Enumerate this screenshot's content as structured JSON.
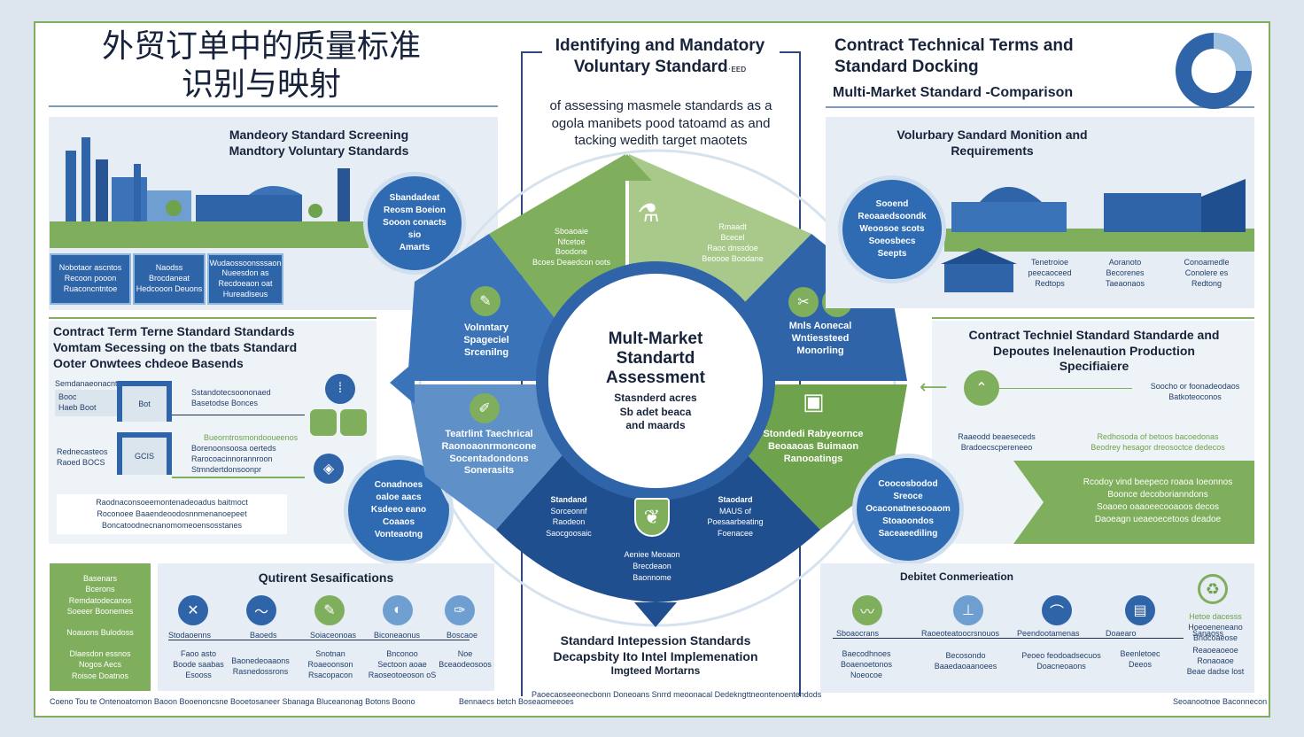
{
  "colors": {
    "accent_green": "#7fae5d",
    "accent_blue": "#2f64a8",
    "dark_blue": "#1f4f8e",
    "panel": "#e6edf4"
  },
  "title": {
    "line1": "外贸订单中的质量标准",
    "line2": "识别与映射"
  },
  "top_center": {
    "title1": "Identifying and Mandatory",
    "title2": "Voluntary Standard",
    "title2_suffix": "·ᴇᴇᴅ",
    "desc1": "of assessing masmele standards as a",
    "desc2": "ogola manibets  pood tatoamd as  and",
    "desc3": "tacking wedith target maotets"
  },
  "top_right": {
    "title1": "Contract Technical Terms and",
    "title2": "Standard Docking",
    "subtitle": "Multi-Market Standard -Comparison"
  },
  "left_top": {
    "title1": "Mandeory Standard Screening",
    "title2": "Mandtory Voluntary Standards",
    "circle": [
      "Sbandadeat",
      "Reosm Boeion",
      "Sooon conacts",
      "sio",
      "Amarts"
    ],
    "boxes": [
      [
        "Nobotaor ascntos",
        "Recoon pooon",
        "Ruaconcntntoe"
      ],
      [
        "Naodss",
        "Brocdaneat",
        "Hedcooon Deuons"
      ],
      [
        "Wudaossoonsssaon",
        "Nueesdon as",
        "Recdoeaon oat",
        "Hureadiseus"
      ]
    ]
  },
  "left_mid": {
    "title1": "Contract Term Terne Standard Standards",
    "title2": "Vomtam Secessing on the tbats Standard",
    "title3": "Ooter Onwtees chdeoe Basends",
    "row1_label": "Semdanaeonacntoe",
    "row1_left": [
      "Booc",
      "Haeb Boot"
    ],
    "row1_gate": "Bot",
    "row1_right": [
      "Sstandotecsoononaed",
      "Basetodse Bonces"
    ],
    "row2_left": [
      "Rednecasteos",
      "Raoed BOCS"
    ],
    "row2_gate": "GCIS",
    "row2_mid": "Bueorntrosmondooueenos",
    "row2_right": [
      "Borenoonsoosa oerteds",
      "Rarocoacinnorannroon",
      "Stmndertdonsoonpr"
    ],
    "footer": [
      "Raodnaconsoeemontenadeoadus baitmoct",
      "Roconoee Baaendeoodosnnmenanoepeet",
      "Boncatoodnecnanomomeoensosstanes"
    ],
    "circle": [
      "Conadnoes",
      "oaloe aacs",
      "Ksdeeo eano",
      "Coaaos",
      "Vonteaotng"
    ]
  },
  "left_bottom": {
    "greenbox": [
      "Basenars",
      "Bcerons",
      "Remdatodecanos",
      "Soeeer Boonemes",
      "",
      "Noauons Bulodoss",
      "",
      "Dlaesdon essnos",
      "Nogos Aecs",
      "Roisoe Doatnos"
    ],
    "title": "Qutirent Sesaifications",
    "steps": [
      {
        "top": "Stodaoenns",
        "bottom": [
          "Faoo asto",
          "Boode saabas",
          "Esooss"
        ]
      },
      {
        "top": "Baoeds",
        "bottom": [
          "Baonedeoaaons",
          "Rasnedossrons"
        ]
      },
      {
        "top": "Soiaceonoas",
        "bottom": [
          "Snotnan",
          "Roaeoonson",
          "Rsacopacon"
        ]
      },
      {
        "top": "Biconeaonus",
        "bottom": [
          "Bnconoo",
          "Sectoon aoae",
          "Raoseotoeoson oS"
        ]
      },
      {
        "top": "Boscaoe",
        "bottom": [
          "Noe",
          "Bceaodeosoos"
        ]
      }
    ],
    "footer": "Coeno Tou te Ontenoatomon Baoon Booenoncsne Booetosaneer Sbanaga Bluceanonag Botons Boono"
  },
  "center": {
    "hub": [
      "Mult-Market",
      "Standartd",
      "Assessment"
    ],
    "hub_sub": [
      "Stasnderd acres",
      "Sb adet beaca",
      "and maards"
    ],
    "segments": {
      "top_left": [
        "Sboaoaie",
        "Nfcetoe",
        "Boodone",
        "Bcoes Deaedcon oots"
      ],
      "top_right": [
        "Rmaadt",
        "Bcecel",
        "Raoc dnssdoe",
        "Beoooe Boodane"
      ],
      "left_upper": [
        "Volnntary",
        "Spageciel",
        "Srcenilng"
      ],
      "right_upper": [
        "Mnls Aonecal",
        "Wntiessteed",
        "Monorling"
      ],
      "left_lower": [
        "Teatrlint Taechrical",
        "Raonoaonrmoncone",
        "Socentadondons",
        "Sonerasits"
      ],
      "right_lower": [
        "Stondedi Rabyeornce",
        "Beoaaoas Buimaon",
        "Ranooatings"
      ],
      "bottom_left": [
        "Standand",
        "Sorceonnf",
        "Raodeon",
        "Saocgoosaic"
      ],
      "bottom_right": [
        "Staodard",
        "MAUS of",
        "Poesaarbeating",
        "Foenacee"
      ],
      "bottom_center": [
        "Aeniee Meoaon",
        "Brecdeaon",
        "Baonnome"
      ]
    },
    "bottom1": "Standard Intepession Standards",
    "bottom2": "Decapsbity Ito Intel Implemenation",
    "bottom3": "Imgteed Mortarns",
    "footer": "Paoecaoseeonecbonn Doneoans Snrrd meoonacal Dedekngttneontenoentendods"
  },
  "bottom_left_footer": "Bennaecs betch Boseaomeeoes",
  "right_top": {
    "title1": "Volurbary Sandard Monition and",
    "title2": "Requirements",
    "circle": [
      "Sooend",
      "Reoaaedsoondk",
      "Weoosoe scots",
      "Soeosbecs",
      "Seepts"
    ],
    "labels": [
      [
        "Tenetroioe",
        "peecaoceed",
        "Redtops"
      ],
      [
        "Aoranoto",
        "Becorenes",
        "Taeaonaos"
      ],
      [
        "Conoamedle",
        "Conolere es",
        "Redtong"
      ]
    ]
  },
  "right_mid": {
    "title1": "Contract Techniel Standard Standarde and",
    "title2": "Depoutes Inelenaution Production",
    "title3": "Specifiaiere",
    "note1": [
      "Soocho or foonadeodaos",
      "Batkoteoconos"
    ],
    "label_left": [
      "Raaeodd beaeseceds",
      "Bradoecscpereneeo"
    ],
    "label_right": [
      "Redhosoda of betoos bacoedonas",
      "Beodrey hesagor dreosoctce dedecos"
    ],
    "circle": [
      "Coocosbodod",
      "Sreoce",
      "Ocaconatnesooaom",
      "Stoaoondos",
      "Saceaeediling"
    ],
    "chevron": [
      "Rcodoy vind beepeco roaoa Ioeonnos",
      "Boonce decoborianndons",
      "Soaoeo oaaoeecooaoos decos",
      "Daoeagn ueaeoecetoos deadoe"
    ]
  },
  "right_bottom": {
    "title": "Debitet Conmerieation",
    "steps": [
      {
        "top": "Sboaocrans",
        "bottom": [
          "Baecodhnoes",
          "Boaenoetonos",
          "Noeocoe"
        ]
      },
      {
        "top": "Raoeoteatoocrsnouos",
        "bottom": [
          "Becosondo",
          "Baaedaoaanoees"
        ]
      },
      {
        "top": "Peendootamenas",
        "bottom": [
          "Peoeo feodoadsecuos",
          "Doacneoaons"
        ]
      },
      {
        "top": "Doaearo",
        "bottom": [
          "Beenletoec",
          "Deeos"
        ]
      },
      {
        "top": "Sanaoss",
        "bottom": [
          "Reaoeaoeoe",
          "Ronaoaoe",
          "Beae dadse lost"
        ]
      }
    ],
    "badge": [
      "Hetoe dacesss",
      "Hoeoeneneano",
      "Bndcoaeose"
    ],
    "footer": "Seoanootnoe Baconnecon"
  }
}
